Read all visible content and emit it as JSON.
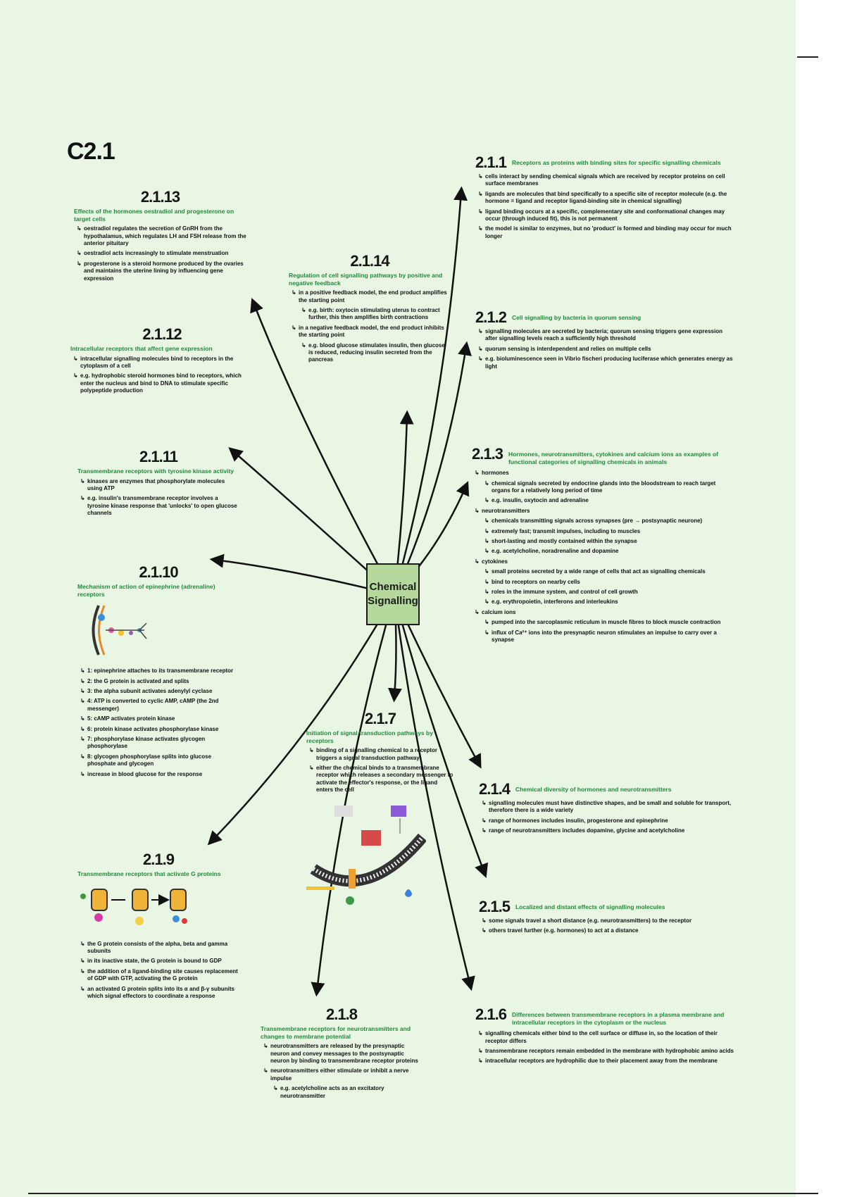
{
  "title": "C2.1",
  "center_label": "Chemical Signalling",
  "colors": {
    "background": "#eaf6e4",
    "subtitle": "#1f8a3a",
    "center_box": "#b5d89c"
  },
  "sections": [
    {
      "id": "2.1.1",
      "subtitle": "Receptors as proteins with binding sites for specific signalling chemicals",
      "bullets": [
        {
          "level": 0,
          "text": "cells interact by sending chemical signals which are received by receptor proteins on cell surface membranes"
        },
        {
          "level": 0,
          "text": "ligands are molecules that bind specifically to a specific site of receptor molecule (e.g. the hormone = ligand and receptor ligand-binding site in chemical signalling)"
        },
        {
          "level": 0,
          "text": "ligand binding occurs at a specific, complementary site and conformational changes may occur (through induced fit), this is not permanent"
        },
        {
          "level": 0,
          "text": "the model is similar to enzymes, but no 'product' is formed and binding may occur for much longer"
        }
      ]
    },
    {
      "id": "2.1.2",
      "subtitle": "Cell signalling by bacteria in quorum sensing",
      "bullets": [
        {
          "level": 0,
          "text": "signalling molecules are secreted by bacteria; quorum sensing triggers gene expression after signalling levels reach a sufficiently high threshold"
        },
        {
          "level": 0,
          "text": "quorum sensing is interdependent and relies on multiple cells"
        },
        {
          "level": 0,
          "text": "e.g. bioluminescence seen in Vibrio fischeri producing luciferase which generates energy as light"
        }
      ]
    },
    {
      "id": "2.1.3",
      "subtitle": "Hormones, neurotransmitters, cytokines and calcium ions as examples of functional categories of signalling chemicals in animals",
      "bullets": [
        {
          "level": 0,
          "text": "hormones"
        },
        {
          "level": 1,
          "text": "chemical signals secreted by endocrine glands into the bloodstream to reach target organs for a relatively long period of time"
        },
        {
          "level": 1,
          "text": "e.g. insulin, oxytocin and adrenaline"
        },
        {
          "level": 0,
          "text": "neurotransmitters"
        },
        {
          "level": 1,
          "text": "chemicals transmitting signals across synapses (pre → postsynaptic neurone)"
        },
        {
          "level": 1,
          "text": "extremely fast; transmit impulses, including to muscles"
        },
        {
          "level": 1,
          "text": "short-lasting and mostly contained within the synapse"
        },
        {
          "level": 1,
          "text": "e.g. acetylcholine, noradrenaline and dopamine"
        },
        {
          "level": 0,
          "text": "cytokines"
        },
        {
          "level": 1,
          "text": "small proteins secreted by a wide range of cells that act as signalling chemicals"
        },
        {
          "level": 1,
          "text": "bind to receptors on nearby cells"
        },
        {
          "level": 1,
          "text": "roles in the immune system, and control of cell growth"
        },
        {
          "level": 1,
          "text": "e.g. erythropoietin, interferons and interleukins"
        },
        {
          "level": 0,
          "text": "calcium ions"
        },
        {
          "level": 1,
          "text": "pumped into the sarcoplasmic reticulum in muscle fibres to block muscle contraction"
        },
        {
          "level": 1,
          "text": "influx of Ca²⁺ ions into the presynaptic neuron stimulates an impulse to carry over a synapse"
        }
      ]
    },
    {
      "id": "2.1.4",
      "subtitle": "Chemical diversity of hormones and neurotransmitters",
      "bullets": [
        {
          "level": 0,
          "text": "signalling molecules must have distinctive shapes, and be small and soluble for transport, therefore there is a wide variety"
        },
        {
          "level": 0,
          "text": "range of hormones includes insulin, progesterone and epinephrine"
        },
        {
          "level": 0,
          "text": "range of neurotransmitters includes dopamine, glycine and acetylcholine"
        }
      ]
    },
    {
      "id": "2.1.5",
      "subtitle": "Localized and distant effects of signalling molecules",
      "bullets": [
        {
          "level": 0,
          "text": "some signals travel a short distance (e.g. neurotransmitters) to the receptor"
        },
        {
          "level": 0,
          "text": "others travel further (e.g. hormones) to act at a distance"
        }
      ]
    },
    {
      "id": "2.1.6",
      "subtitle": "Differences between transmembrane receptors in a plasma membrane and intracellular receptors in the cytoplasm or the nucleus",
      "bullets": [
        {
          "level": 0,
          "text": "signalling chemicals either bind to the cell surface or diffuse in, so the location of their receptor differs"
        },
        {
          "level": 0,
          "text": "transmembrane receptors remain embedded in the membrane with hydrophobic amino acids"
        },
        {
          "level": 0,
          "text": "intracellular receptors are hydrophilic due to their placement away from the membrane"
        }
      ]
    },
    {
      "id": "2.1.7",
      "subtitle": "Initiation of signal transduction pathways by receptors",
      "bullets": [
        {
          "level": 0,
          "text": "binding of a signalling chemical to a receptor triggers a signal transduction pathway"
        },
        {
          "level": 0,
          "text": "either the chemical binds to a transmembrane receptor which releases a secondary messenger to activate the effector's response, or the ligand enters the cell"
        }
      ]
    },
    {
      "id": "2.1.8",
      "subtitle": "Transmembrane receptors for neurotransmitters and changes to membrane potential",
      "bullets": [
        {
          "level": 0,
          "text": "neurotransmitters are released by the presynaptic neuron and convey messages to the postsynaptic neuron by binding to transmembrane receptor proteins"
        },
        {
          "level": 0,
          "text": "neurotransmitters either stimulate or inhibit a nerve impulse"
        },
        {
          "level": 1,
          "text": "e.g. acetylcholine acts as an excitatory neurotransmitter"
        }
      ]
    },
    {
      "id": "2.1.9",
      "subtitle": "Transmembrane receptors that activate G proteins",
      "bullets": [
        {
          "level": 0,
          "text": "the G protein consists of the alpha, beta and gamma subunits"
        },
        {
          "level": 0,
          "text": "in its inactive state, the G protein is bound to GDP"
        },
        {
          "level": 0,
          "text": "the addition of a ligand-binding site causes replacement of GDP with GTP, activating the G protein"
        },
        {
          "level": 0,
          "text": "an activated G protein splits into its α and β-γ subunits which signal effectors to coordinate a response"
        }
      ]
    },
    {
      "id": "2.1.10",
      "subtitle": "Mechanism of action of epinephrine (adrenaline) receptors",
      "bullets": [
        {
          "level": 0,
          "text": "1: epinephrine attaches to its transmembrane receptor"
        },
        {
          "level": 0,
          "text": "2: the G protein is activated and splits"
        },
        {
          "level": 0,
          "text": "3: the alpha subunit activates adenylyl cyclase"
        },
        {
          "level": 0,
          "text": "4: ATP is converted to cyclic AMP, cAMP (the 2nd messenger)"
        },
        {
          "level": 0,
          "text": "5: cAMP activates protein kinase"
        },
        {
          "level": 0,
          "text": "6: protein kinase activates phosphorylase kinase"
        },
        {
          "level": 0,
          "text": "7: phosphorylase kinase activates glycogen phosphorylase"
        },
        {
          "level": 0,
          "text": "8: glycogen phosphorylase splits into glucose phosphate and glycogen"
        },
        {
          "level": 0,
          "text": "increase in blood glucose for the response"
        }
      ]
    },
    {
      "id": "2.1.11",
      "subtitle": "Transmembrane receptors with tyrosine kinase activity",
      "bullets": [
        {
          "level": 0,
          "text": "kinases are enzymes that phosphorylate molecules using ATP"
        },
        {
          "level": 0,
          "text": "e.g. insulin's transmembrane receptor involves a tyrosine kinase response that 'unlocks' to open glucose channels"
        }
      ]
    },
    {
      "id": "2.1.12",
      "subtitle": "Intracellular receptors that affect gene expression",
      "bullets": [
        {
          "level": 0,
          "text": "intracellular signalling molecules bind to receptors in the cytoplasm of a cell"
        },
        {
          "level": 0,
          "text": "e.g. hydrophobic steroid hormones bind to receptors, which enter the nucleus and bind to DNA to stimulate specific polypeptide production"
        }
      ]
    },
    {
      "id": "2.1.13",
      "subtitle": "Effects of the hormones oestradiol and progesterone on target cells",
      "bullets": [
        {
          "level": 0,
          "text": "oestradiol regulates the secretion of GnRH from the hypothalamus, which regulates LH and FSH release from the anterior pituitary"
        },
        {
          "level": 0,
          "text": "oestradiol acts increasingly to stimulate menstruation"
        },
        {
          "level": 0,
          "text": "progesterone is a steroid hormone produced by the ovaries and maintains the uterine lining by influencing gene expression"
        }
      ]
    },
    {
      "id": "2.1.14",
      "subtitle": "Regulation of cell signalling pathways by positive and negative feedback",
      "bullets": [
        {
          "level": 0,
          "text": "in a positive feedback model, the end product amplifies the starting point"
        },
        {
          "level": 1,
          "text": "e.g. birth: oxytocin stimulating uterus to contract further, this then amplifies birth contractions"
        },
        {
          "level": 0,
          "text": "in a negative feedback model, the end product inhibits the starting point"
        },
        {
          "level": 1,
          "text": "e.g. blood glucose stimulates insulin, then glucose is reduced, reducing insulin secreted from the pancreas"
        }
      ]
    }
  ]
}
